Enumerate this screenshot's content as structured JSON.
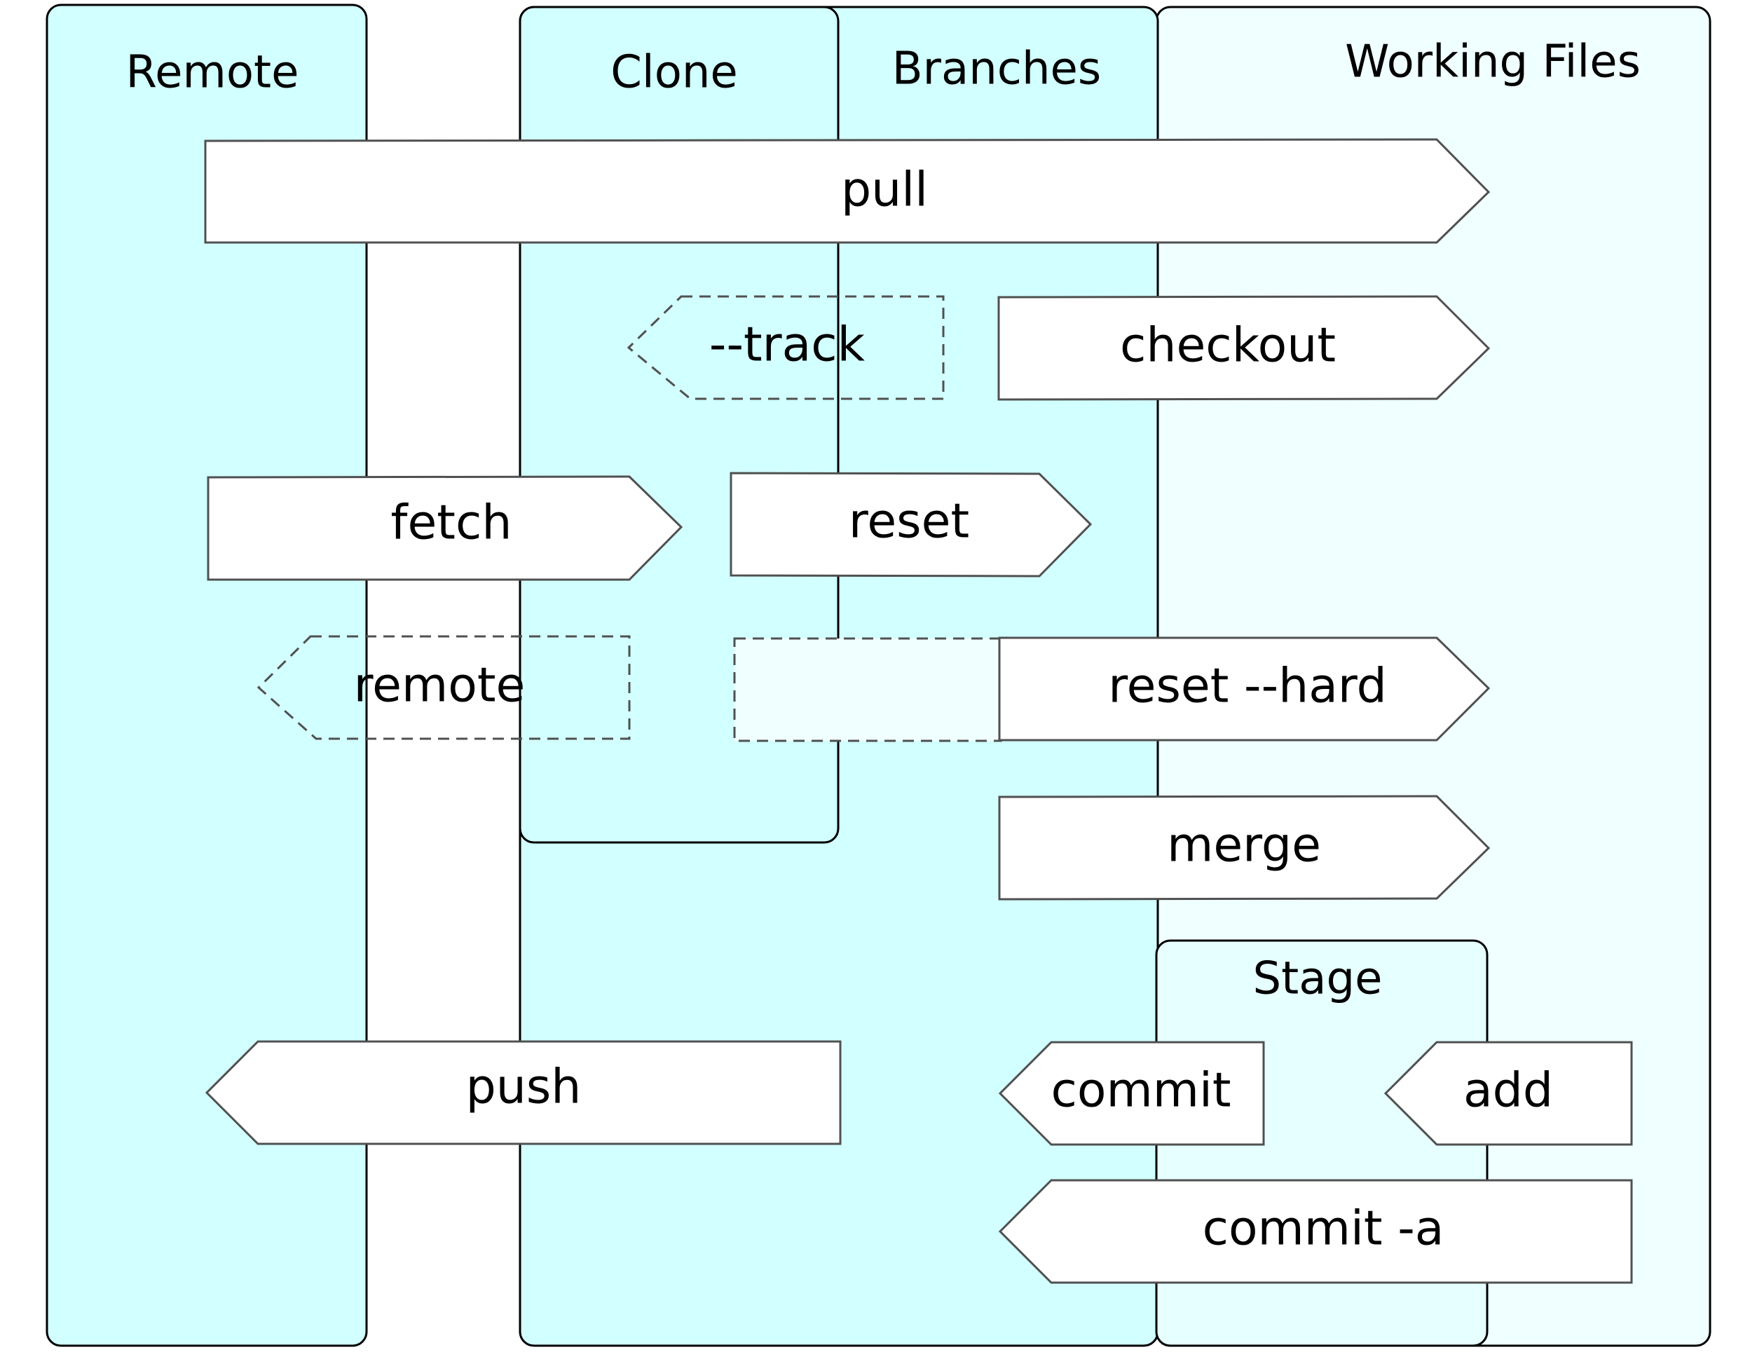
{
  "lanes": {
    "remote": "Remote",
    "clone": "Clone",
    "branches": "Branches",
    "working_files": "Working Files",
    "stage": "Stage"
  },
  "commands": {
    "pull": "pull",
    "track": "--track",
    "checkout": "checkout",
    "fetch": "fetch",
    "reset": "reset",
    "remote": "remote",
    "reset_hard": "reset --hard",
    "merge": "merge",
    "push": "push",
    "commit": "commit",
    "add": "add",
    "commit_a": "commit -a"
  },
  "colors": {
    "lane_fill": "#d2ffff",
    "working_fill": "#f0ffff",
    "stage_fill": "#e6ffff",
    "arrow_fill": "#ffffff",
    "arrow_stroke": "#505050",
    "lane_stroke": "#000000"
  }
}
